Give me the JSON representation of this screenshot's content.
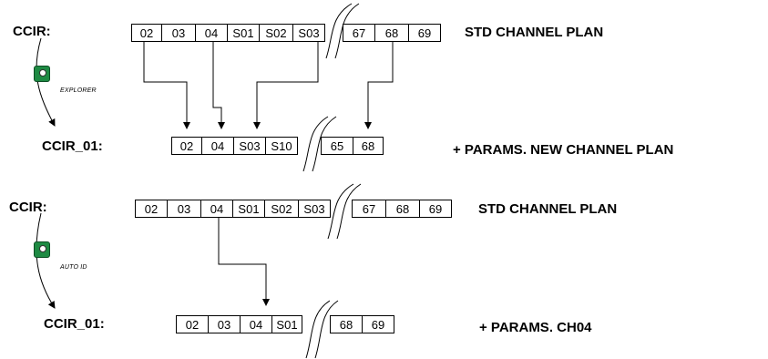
{
  "block1": {
    "src_label": "CCIR:",
    "dst_label": "CCIR_01:",
    "src_cells_a": [
      "02",
      "03",
      "04",
      "S01",
      "S02",
      "S03"
    ],
    "src_cells_b": [
      "67",
      "68",
      "69"
    ],
    "dst_cells_a": [
      "02",
      "04",
      "S03",
      "S10"
    ],
    "dst_cells_b": [
      "65",
      "68"
    ],
    "src_desc": "STD CHANNEL PLAN",
    "dst_desc": "+ PARAMS. NEW CHANNEL PLAN",
    "tool_label": "EXPLORER",
    "tool_icon": "explorer-icon"
  },
  "block2": {
    "src_label": "CCIR:",
    "dst_label": "CCIR_01:",
    "src_cells_a": [
      "02",
      "03",
      "04",
      "S01",
      "S02",
      "S03"
    ],
    "src_cells_b": [
      "67",
      "68",
      "69"
    ],
    "dst_cells_a": [
      "02",
      "03",
      "04",
      "S01"
    ],
    "dst_cells_b": [
      "68",
      "69"
    ],
    "src_desc": "STD CHANNEL PLAN",
    "dst_desc": "+ PARAMS. CH04",
    "tool_label": "AUTO ID",
    "tool_icon": "auto-id-icon"
  }
}
